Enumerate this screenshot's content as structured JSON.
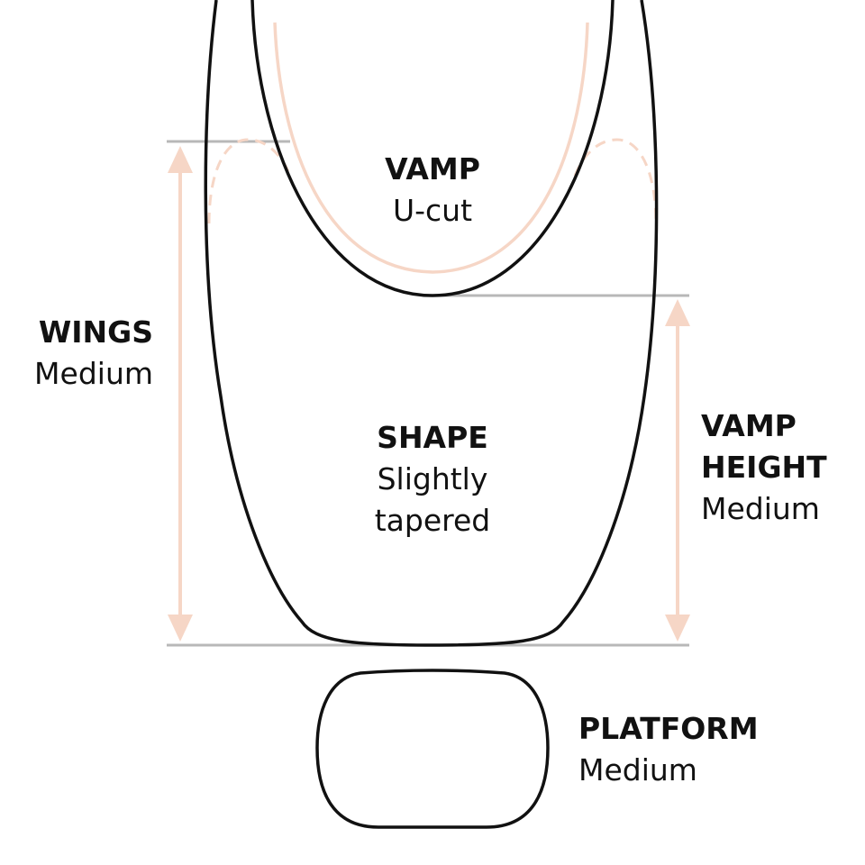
{
  "colors": {
    "outline": "#111111",
    "accent": "#f6d6c6",
    "guide": "#b8b8b8"
  },
  "labels": {
    "vamp": {
      "title": "VAMP",
      "value": "U-cut"
    },
    "wings": {
      "title": "WINGS",
      "value": "Medium"
    },
    "shape": {
      "title": "SHAPE",
      "value_line1": "Slightly",
      "value_line2": "tapered"
    },
    "vamp_height": {
      "title_line1": "VAMP",
      "title_line2": "HEIGHT",
      "value": "Medium"
    },
    "platform": {
      "title": "PLATFORM",
      "value": "Medium"
    }
  }
}
